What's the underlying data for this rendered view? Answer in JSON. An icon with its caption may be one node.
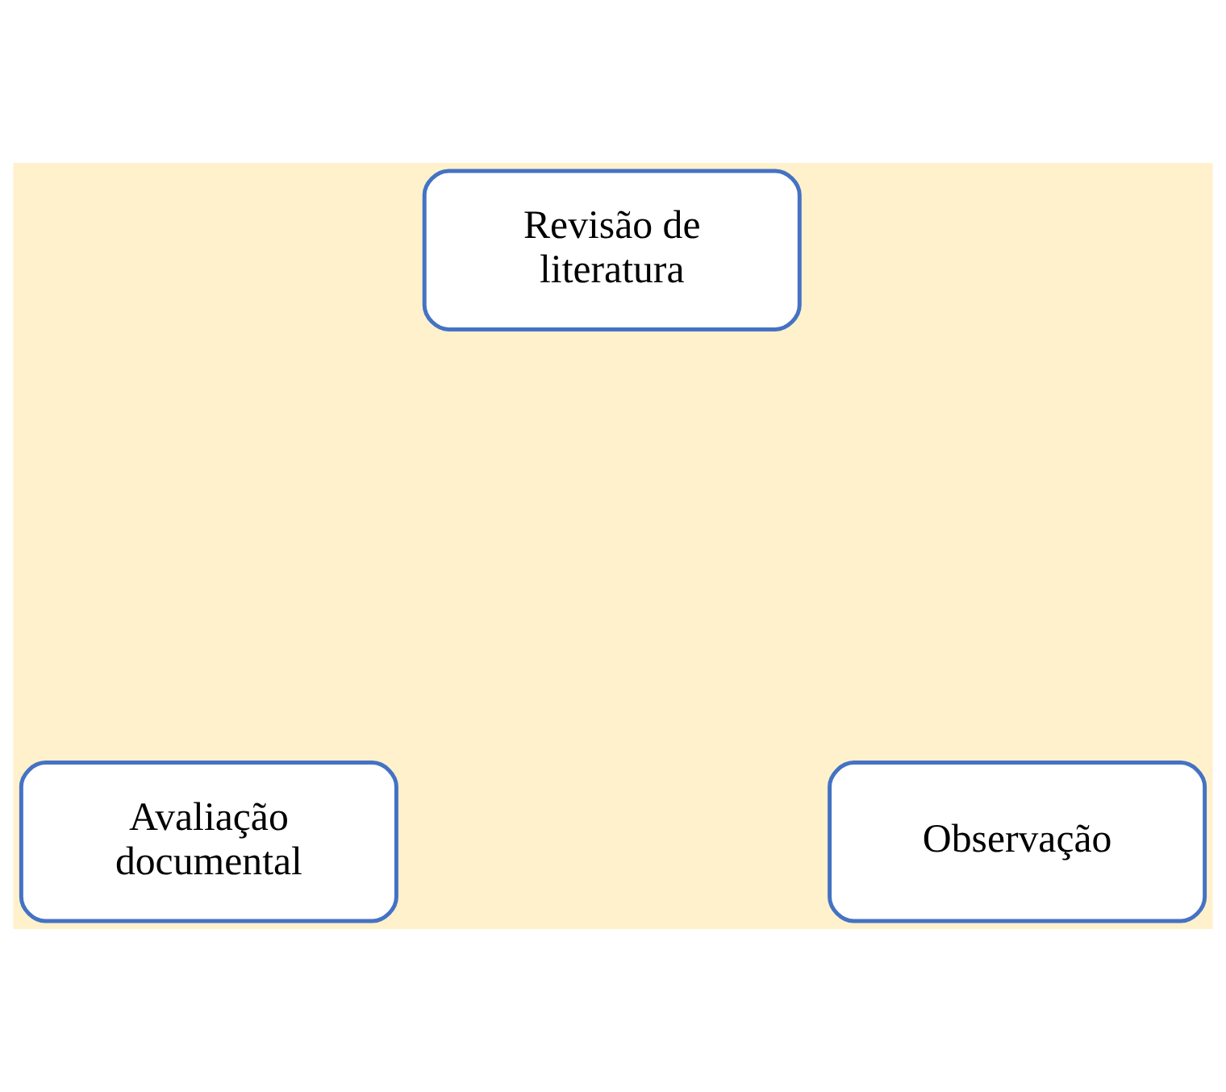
{
  "diagram": {
    "nodes": [
      {
        "text": [
          "Revisão de literatura"
        ]
      },
      {
        "text": [
          "Avaliação documental"
        ]
      },
      {
        "text": [
          "Observação"
        ]
      }
    ],
    "edges": []
  }
}
